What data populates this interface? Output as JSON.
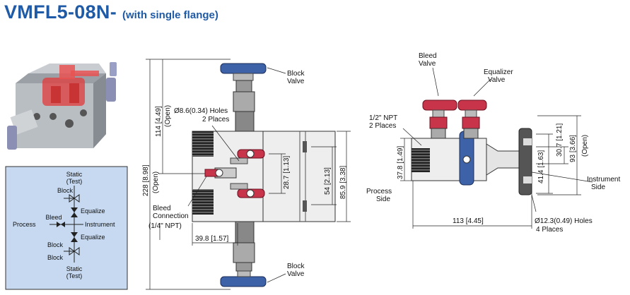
{
  "title": {
    "model": "VMFL5-08N-",
    "variant": "(with single flange)"
  },
  "schematic": {
    "static_top": [
      "Static",
      "(Test)"
    ],
    "static_bottom": [
      "Static",
      "(Test)"
    ],
    "block_top": "Block",
    "block_bottom_a": "Block",
    "block_bottom_b": "Block",
    "bleed": "Bleed",
    "equalize_top": "Equalize",
    "equalize_bottom": "Equalize",
    "process": "Process",
    "instrument": "Instrument"
  },
  "front": {
    "block_valve_top": [
      "Block",
      "Valve"
    ],
    "block_valve_bottom": [
      "Block",
      "Valve"
    ],
    "holes": [
      "Ø8.6(0.34) Holes",
      "2 Places"
    ],
    "bleed_connection": [
      "Bleed",
      "Connection",
      "(1/4\" NPT)"
    ],
    "dim_open_114": "114 [4.49]",
    "open_a": "(Open)",
    "dim_228": "228 [8.98]",
    "open_b": "(Open)",
    "dim_28_7": "28.7 [1.13]",
    "dim_54": "54 [2.13]",
    "dim_85_9": "85.9 [3.38]",
    "dim_39_8": "39.8 [1.57]"
  },
  "side": {
    "bleed_valve": [
      "Bleed",
      "Valve"
    ],
    "equalizer_valve": [
      "Equalizer",
      "Valve"
    ],
    "npt": [
      "1/2\" NPT",
      "2 Places"
    ],
    "dim_37_8": "37.8 [1.49]",
    "process_side": [
      "Process",
      "Side"
    ],
    "dim_41_4": "41.4 [1.63]",
    "dim_30_7": "30.7 [1.21]",
    "dim_93": "93 [3.66]",
    "open": "(Open)",
    "instrument_side": [
      "Instrument",
      "Side"
    ],
    "dim_113": "113 [4.45]",
    "holes": [
      "Ø12.3(0.49) Holes",
      "4 Places"
    ]
  },
  "colors": {
    "title": "#1f5aa6",
    "handle_blue": "#3d62a8",
    "handle_red": "#c8354a",
    "schematic_bg": "#c6d9f0"
  }
}
